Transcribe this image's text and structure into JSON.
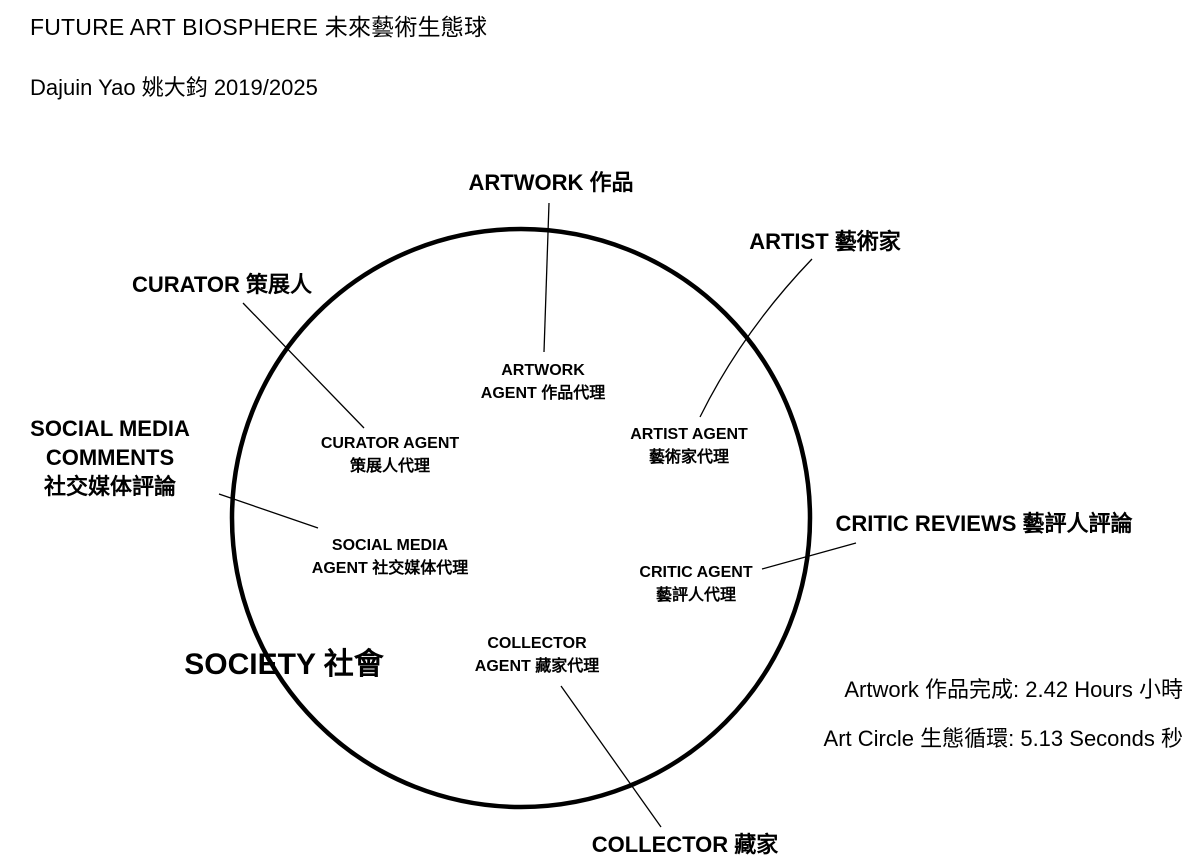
{
  "colors": {
    "ink": "#000000",
    "background": "#ffffff"
  },
  "header": {
    "title": "FUTURE ART BIOSPHERE 未來藝術生態球",
    "byline": "Dajuin Yao 姚大鈞  2019/2025"
  },
  "diagram": {
    "outer": {
      "artwork": "ARTWORK 作品",
      "artist": "ARTIST 藝術家",
      "curator": "CURATOR 策展人",
      "social_media": {
        "line1": "SOCIAL MEDIA",
        "line2": "COMMENTS",
        "line3": "社交媒体評論"
      },
      "critic_reviews": "CRITIC REVIEWS 藝評人評論",
      "collector": "COLLECTOR 藏家",
      "society": "SOCIETY 社會"
    },
    "agents": {
      "artwork": {
        "line1": "ARTWORK",
        "line2": "AGENT 作品代理"
      },
      "curator": {
        "line1": "CURATOR AGENT",
        "line2": "策展人代理"
      },
      "artist": {
        "line1": "ARTIST AGENT",
        "line2": "藝術家代理"
      },
      "social_media": {
        "line1": "SOCIAL MEDIA",
        "line2": "AGENT 社交媒体代理"
      },
      "critic": {
        "line1": "CRITIC AGENT",
        "line2": "藝評人代理"
      },
      "collector": {
        "line1": "COLLECTOR",
        "line2": "AGENT 藏家代理"
      }
    }
  },
  "stats": {
    "artwork_completion": "Artwork 作品完成: 2.42 Hours 小時",
    "art_circle": "Art Circle 生態循環: 5.13 Seconds 秒"
  }
}
